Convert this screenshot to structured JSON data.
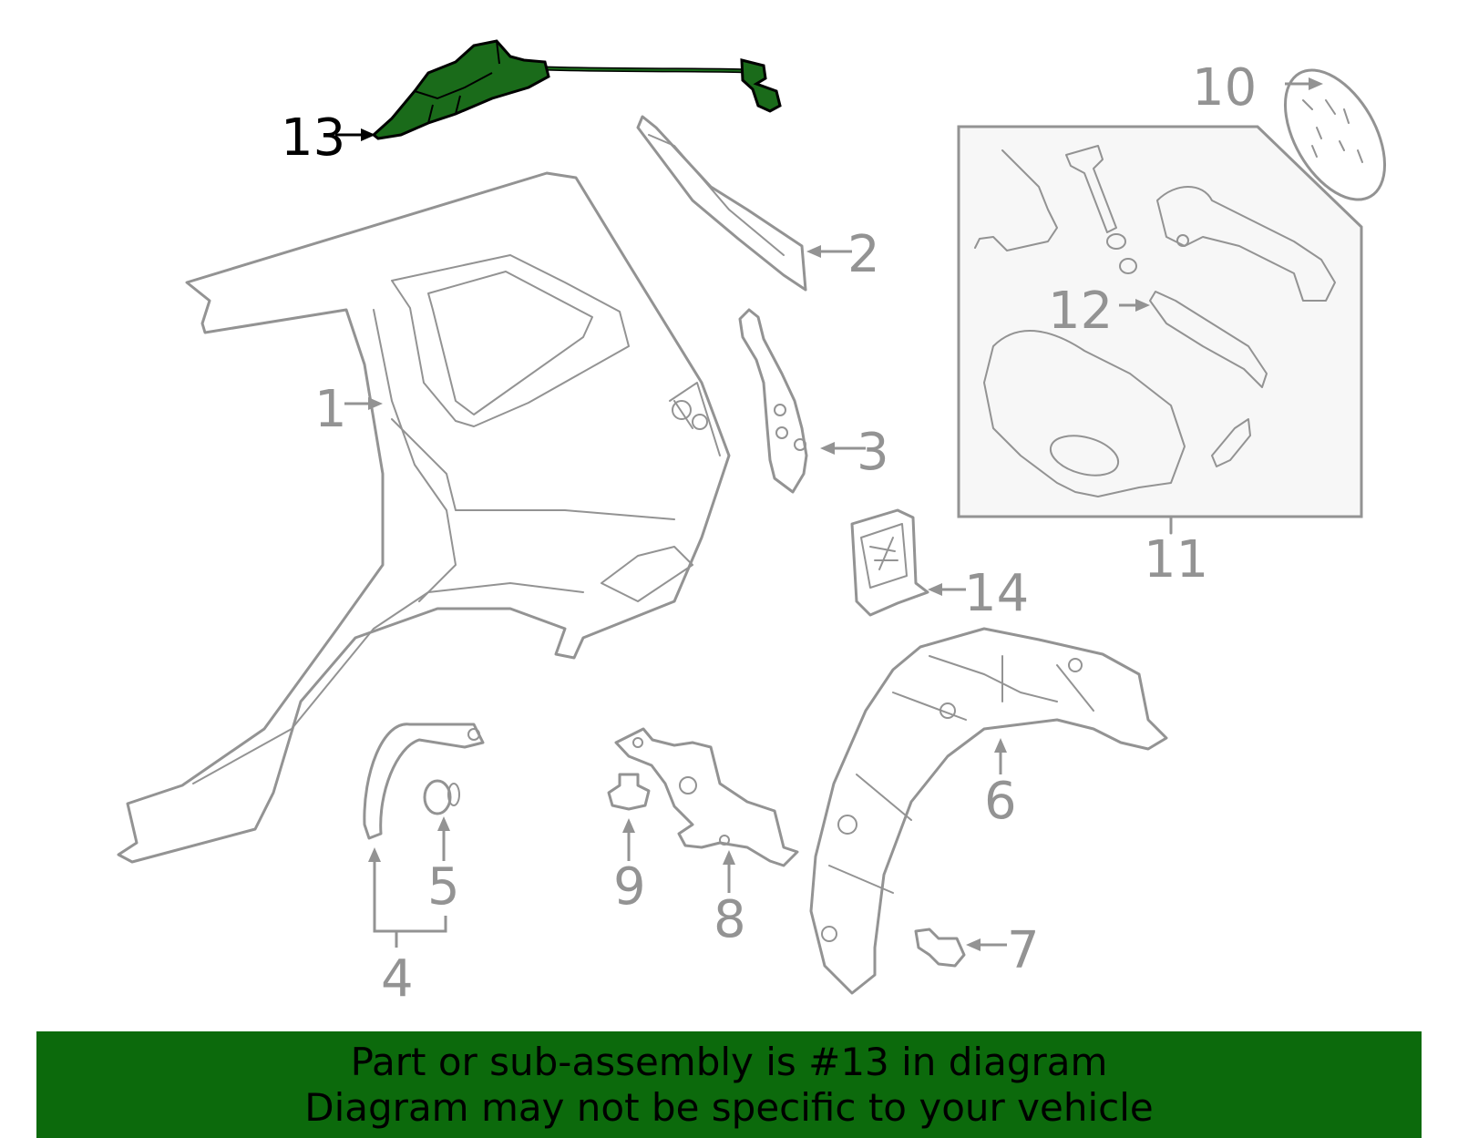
{
  "callouts": {
    "c1": "1",
    "c2": "2",
    "c3": "3",
    "c4": "4",
    "c5": "5",
    "c6": "6",
    "c7": "7",
    "c8": "8",
    "c9": "9",
    "c10": "10",
    "c11": "11",
    "c12": "12",
    "c13": "13",
    "c14": "14"
  },
  "highlight": {
    "part_number": "13",
    "color": "#1a6b1a",
    "banner_color": "#0c6a0c"
  },
  "banner": {
    "line1": "Part or sub-assembly is #13 in diagram",
    "line2": "Diagram may not be specific to your vehicle"
  }
}
